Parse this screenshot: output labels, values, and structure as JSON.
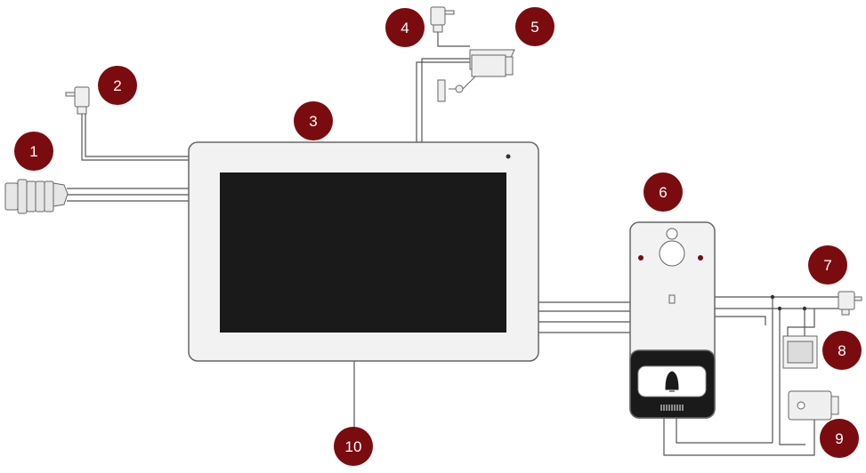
{
  "diagram": {
    "badge_color": "#7a0c10",
    "wire_color": "#555555",
    "device_fill": "#f2f2f2",
    "screen_color": "#1a1a1a",
    "components": [
      {
        "number": "1",
        "icon": "connector-plug-icon"
      },
      {
        "number": "2",
        "icon": "power-adapter-icon"
      },
      {
        "number": "3",
        "icon": "indoor-monitor-icon"
      },
      {
        "number": "4",
        "icon": "power-adapter-icon"
      },
      {
        "number": "5",
        "icon": "cctv-camera-icon"
      },
      {
        "number": "6",
        "icon": "door-station-icon"
      },
      {
        "number": "7",
        "icon": "power-adapter-icon"
      },
      {
        "number": "8",
        "icon": "exit-button-icon"
      },
      {
        "number": "9",
        "icon": "electric-lock-icon"
      },
      {
        "number": "10",
        "icon": "cable-icon"
      }
    ]
  }
}
